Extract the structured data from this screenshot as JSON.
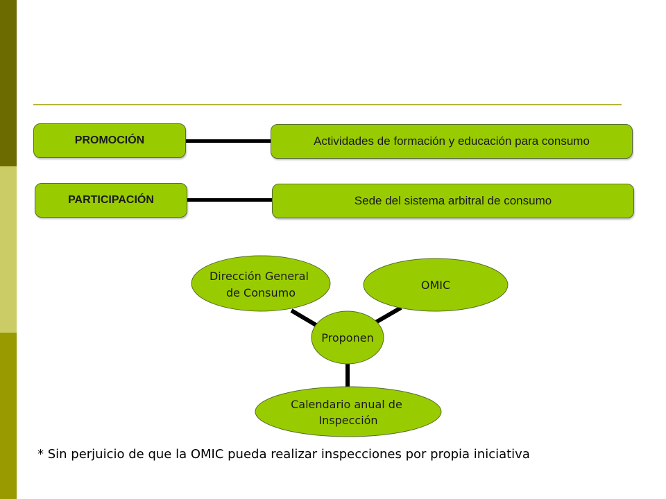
{
  "rows": [
    {
      "left_label": "PROMOCIÓN",
      "right_label": "Actividades de formación y educación para consumo"
    },
    {
      "left_label": "PARTICIPACIÓN",
      "right_label": "Sede del sistema arbitral de consumo"
    }
  ],
  "diagram": {
    "node_dgc": [
      "Dirección General",
      "de Consumo"
    ],
    "node_omic": "OMIC",
    "node_center": "Proponen",
    "node_calendar": [
      "Calendario anual de",
      "Inspección"
    ]
  },
  "footnote": "* Sin perjuicio de que la OMIC pueda realizar inspecciones por propia iniciativa",
  "colors": {
    "box_fill": "#99cc00",
    "sidebar_dark": "#6b6b00",
    "sidebar_light": "#cccc66",
    "sidebar_mid": "#999900"
  }
}
